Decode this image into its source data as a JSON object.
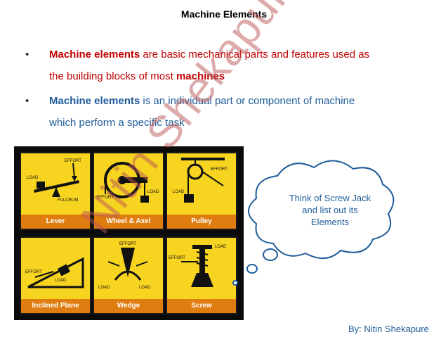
{
  "slide": {
    "title": "Machine Elements",
    "bullets": [
      {
        "line1_strong": "Machine elements",
        "line1_rest": " are basic mechanical parts and features used as",
        "line2_rest": "the building blocks of most ",
        "line2_strong": "machines"
      },
      {
        "line1_strong": "Machine elements",
        "line1_rest": " is an individual part or component of machine",
        "line2_rest": "which perform a specific task"
      }
    ],
    "bullet_symbol": "•"
  },
  "simple_machines": {
    "tiles": [
      {
        "label": "Lever",
        "effort": "EFFORT",
        "load": "LOAD",
        "extra": "FULCRUM"
      },
      {
        "label": "Wheel & Axel",
        "effort": "EFFORT",
        "load": "LOAD",
        "extra": ""
      },
      {
        "label": "Pulley",
        "effort": "EFFORT",
        "load": "LOAD",
        "extra": ""
      },
      {
        "label": "Inclined Plane",
        "effort": "EFFORT",
        "load": "LOAD",
        "extra": ""
      },
      {
        "label": "Wedge",
        "effort": "EFFORT",
        "load": "LOAD",
        "extra": "LOAD"
      },
      {
        "label": "Screw",
        "effort": "EFFORT",
        "load": "LOAD",
        "extra": ""
      }
    ]
  },
  "callout": {
    "text_line1": "Think of Screw Jack",
    "text_line2": "and list out its",
    "text_line3": "Elements"
  },
  "watermark": "Nitin Shekapure",
  "byline": "By: Nitin Shekapure"
}
